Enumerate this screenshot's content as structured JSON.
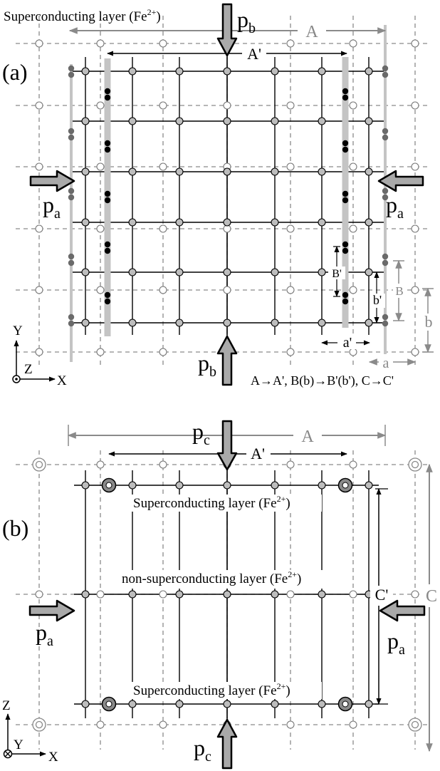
{
  "panel_a": {
    "panel_label": "(a)",
    "title_main": "Superconducting layer (Fe",
    "title_sup": "2+",
    "title_end": ")",
    "p_label": "p",
    "sub_b": "b",
    "sub_a": "a",
    "A": "A",
    "A_prime": "A'",
    "B": "B",
    "B_prime": "B'",
    "b": "b",
    "b_prime": "b'",
    "a": "a",
    "a_prime": "a'",
    "axis_y": "Y",
    "axis_z": "Z",
    "axis_x": "X",
    "relation": "A→A', B(b)→B'(b'), C→C'"
  },
  "panel_b": {
    "panel_label": "(b)",
    "sc_layer_main": "Superconducting layer (Fe",
    "sc_layer_sup": "2+",
    "sc_layer_end": ")",
    "nsc_layer_main": "non-superconducting layer (Fe",
    "nsc_layer_sup": "2+",
    "nsc_layer_end": ")",
    "p_label": "p",
    "sub_c": "c",
    "sub_a": "a",
    "A": "A",
    "A_prime": "A'",
    "C": "C",
    "C_prime": "C'",
    "axis_z": "Z",
    "axis_y": "Y",
    "axis_x": "X"
  },
  "colors": {
    "dashed_grid": "#8a8a8a",
    "solid_grid": "#000000",
    "atom_fill": "#bdbdbd",
    "arrow_fill": "#a9a9a9",
    "bar_gray": "#c4c4c4",
    "dim_gray": "#8a8a8a"
  }
}
